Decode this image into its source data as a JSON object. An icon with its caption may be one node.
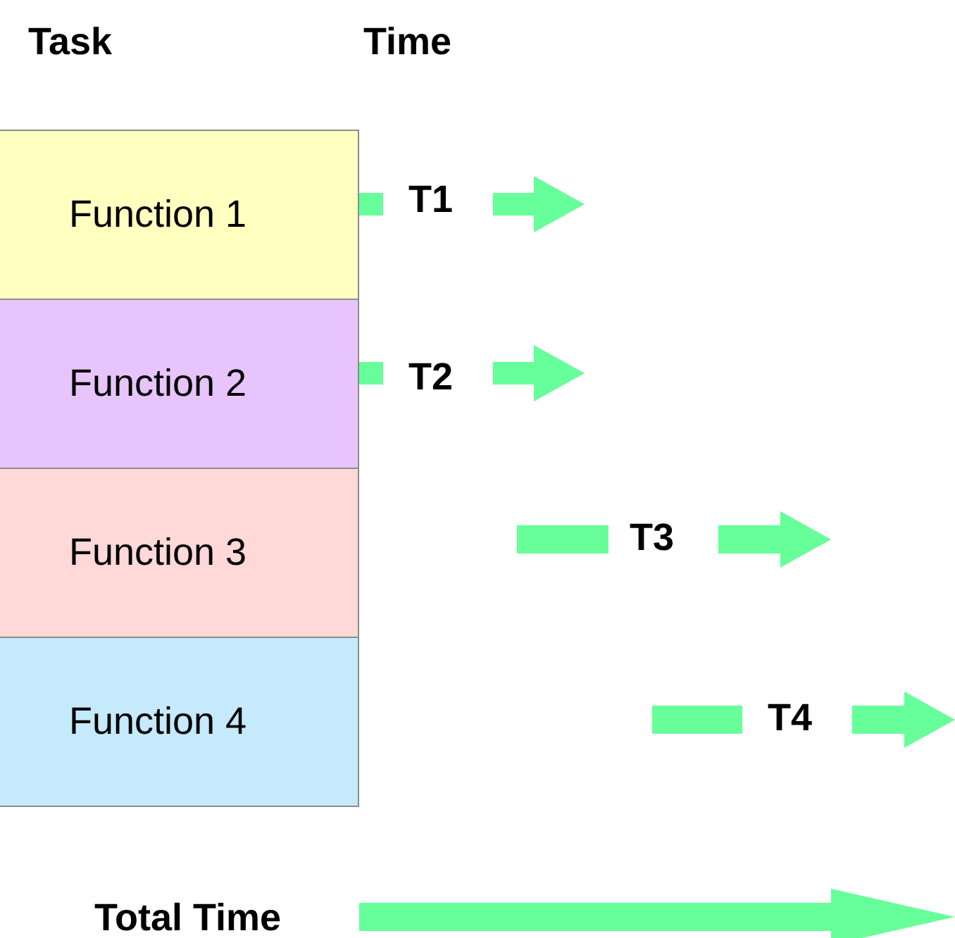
{
  "diagram": {
    "nodes": [
      {
        "text": [
          "Function 1"
        ]
      },
      {
        "text": [
          "Function 2"
        ]
      },
      {
        "text": [
          "Function 3"
        ]
      },
      {
        "text": [
          "Function 4"
        ]
      }
    ],
    "labels": [
      "Task",
      "Time",
      "T1",
      "T2",
      "T3",
      "T4",
      "Total Time"
    ]
  }
}
